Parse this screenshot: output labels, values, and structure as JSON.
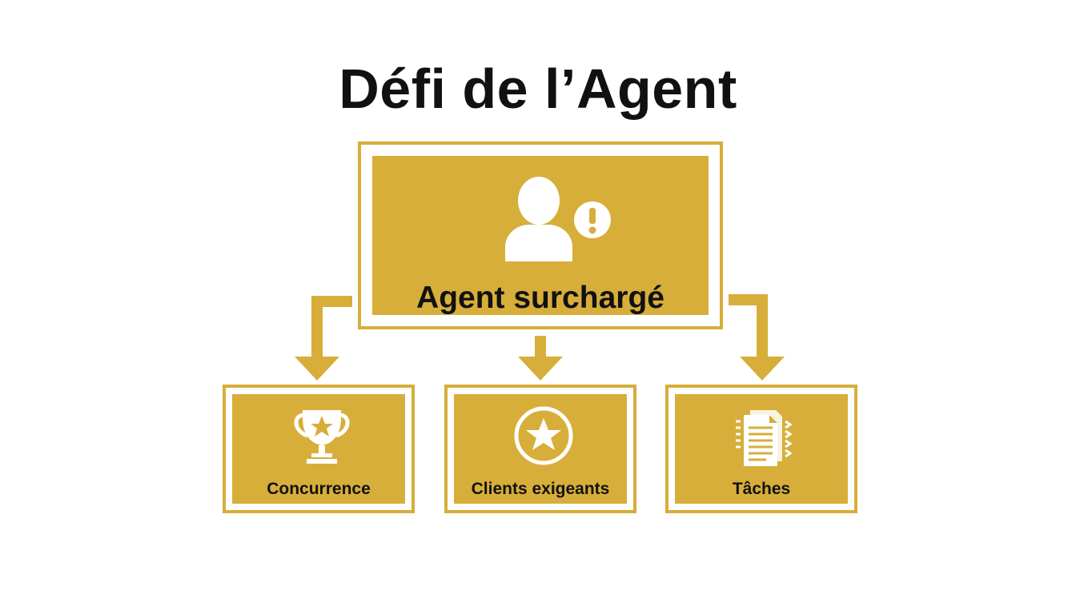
{
  "title": "Défi de l’Agent",
  "colors": {
    "accent": "#d7ae3a",
    "text": "#111111",
    "background": "#ffffff"
  },
  "main": {
    "label": "Agent surchargé",
    "icon": "user-alert-icon"
  },
  "children": [
    {
      "label": "Concurrence",
      "icon": "trophy-star-icon"
    },
    {
      "label": "Clients exigeants",
      "icon": "star-circle-icon"
    },
    {
      "label": "Tâches",
      "icon": "documents-stack-icon"
    }
  ]
}
